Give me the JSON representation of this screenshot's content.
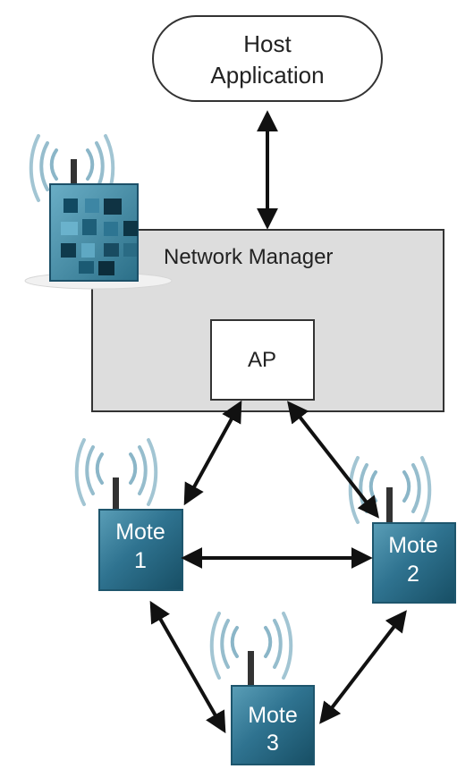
{
  "host": {
    "line1": "Host",
    "line2": "Application"
  },
  "manager": {
    "title": "Network Manager",
    "ap_label": "AP"
  },
  "motes": [
    {
      "line1": "Mote",
      "line2": "1"
    },
    {
      "line1": "Mote",
      "line2": "2"
    },
    {
      "line1": "Mote",
      "line2": "3"
    }
  ],
  "colors": {
    "manager_fill": "#dddddd",
    "mote_dark": "#1f5f78",
    "mote_light": "#4f95ad",
    "wave": "#8bb6c8"
  },
  "icons": {
    "wireless": "wireless-signal-icon",
    "device": "network-manager-device-icon"
  }
}
